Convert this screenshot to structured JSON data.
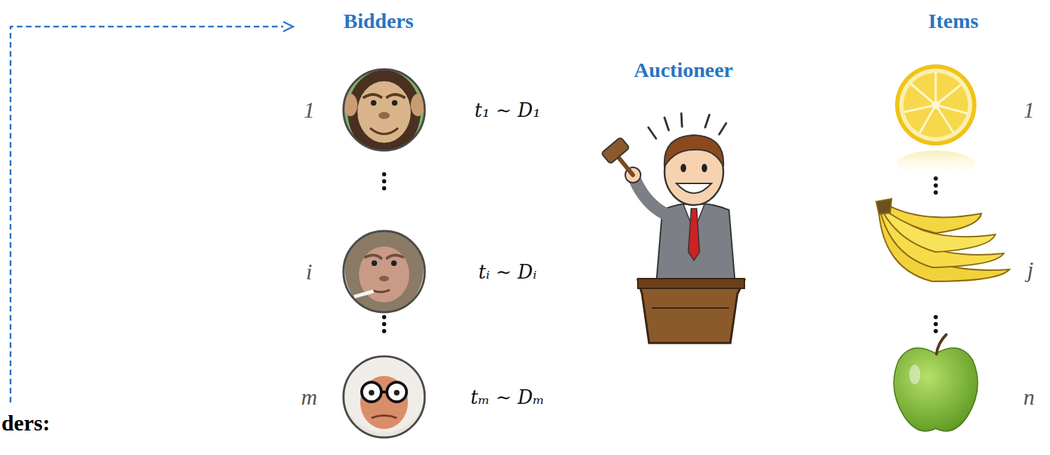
{
  "diagram": {
    "labels": [
      "Bidders",
      "Items",
      "1",
      "t₁ ∼ D₁",
      "Auctioneer",
      "1",
      "i",
      "tᵢ ∼ Dᵢ",
      "j",
      "m",
      "tₘ ∼ Dₘ",
      "n",
      "ders:"
    ]
  }
}
